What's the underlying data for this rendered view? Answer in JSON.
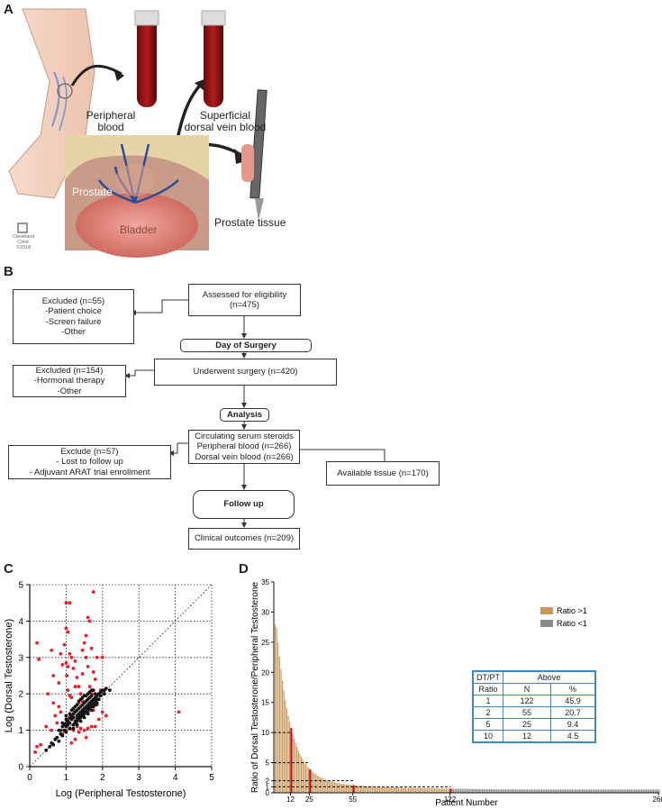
{
  "panels": {
    "a": "A",
    "b": "B",
    "c": "C",
    "d": "D"
  },
  "illustration": {
    "peripheral_blood": [
      "Peripheral",
      "blood"
    ],
    "dorsal_vein_blood": [
      "Superficial",
      "dorsal vein blood"
    ],
    "prostate": "Prostate",
    "bladder": "Bladder",
    "prostate_tissue": "Prostate tissue",
    "logo": [
      "Cleveland",
      "Clinic",
      "©2018"
    ]
  },
  "flowchart": {
    "assessed": [
      "Assessed for eligibility",
      "(n=475)"
    ],
    "excluded1": [
      "Excluded (n=55)",
      "-Patient choice",
      "-Screen failure",
      "-Other"
    ],
    "day_of_surgery": "Day of Surgery",
    "underwent": "Underwent surgery (n=420)",
    "excluded2": [
      "Excluded (n=154)",
      "-Hormonal therapy",
      "-Other"
    ],
    "analysis": "Analysis",
    "circulating": [
      "Circulating serum steroids",
      "Peripheral blood (n=266)",
      "Dorsal vein blood (n=266)"
    ],
    "excluded3": [
      "Exclude (n=57)",
      "- Lost to follow up",
      "- Adjuvant ARAT trial enrollment"
    ],
    "tissue": "Available tissue (n=170)",
    "follow_up": "Follow up",
    "outcomes": "Clinical outcomes (n=209)"
  },
  "chart_data": [
    {
      "type": "scatter",
      "xlabel": "Log (Peripheral Testosterone)",
      "ylabel": "Log (Dorsal Testosterone)",
      "xlim": [
        0,
        5
      ],
      "ylim": [
        0,
        5
      ],
      "xticks": [
        "0",
        "1",
        "2",
        "3",
        "4",
        "5"
      ],
      "yticks": [
        "0",
        "1",
        "2",
        "3",
        "4",
        "5"
      ],
      "grid": true,
      "identity_line": true,
      "series": [
        {
          "color": "#e8202a",
          "points": [
            [
              0.2,
              3.4
            ],
            [
              0.25,
              2.95
            ],
            [
              0.6,
              3.2
            ],
            [
              0.65,
              2.5
            ],
            [
              0.5,
              2.0
            ],
            [
              0.8,
              2.3
            ],
            [
              0.85,
              3.1
            ],
            [
              0.9,
              2.8
            ],
            [
              1.0,
              2.85
            ],
            [
              1.02,
              2.5
            ],
            [
              1.05,
              2.75
            ],
            [
              0.95,
              3.35
            ],
            [
              1.0,
              3.8
            ],
            [
              1.05,
              3.7
            ],
            [
              1.1,
              3.1
            ],
            [
              1.15,
              3.0
            ],
            [
              1.2,
              2.7
            ],
            [
              1.25,
              2.9
            ],
            [
              1.3,
              2.45
            ],
            [
              1.35,
              2.2
            ],
            [
              1.05,
              2.1
            ],
            [
              1.1,
              1.95
            ],
            [
              1.15,
              1.9
            ],
            [
              1.45,
              3.2
            ],
            [
              1.5,
              3.4
            ],
            [
              1.55,
              3.0
            ],
            [
              1.6,
              4.1
            ],
            [
              1.65,
              4.0
            ],
            [
              1.55,
              3.6
            ],
            [
              1.7,
              3.25
            ],
            [
              1.75,
              2.6
            ],
            [
              1.8,
              2.4
            ],
            [
              1.65,
              2.2
            ],
            [
              1.0,
              4.5
            ],
            [
              1.1,
              4.5
            ],
            [
              1.75,
              4.8
            ],
            [
              1.85,
              3.0
            ],
            [
              2.0,
              3.0
            ],
            [
              1.4,
              2.0
            ],
            [
              1.45,
              1.8
            ],
            [
              1.5,
              1.6
            ],
            [
              1.2,
              1.55
            ],
            [
              1.3,
              1.35
            ],
            [
              0.9,
              0.9
            ],
            [
              1.0,
              1.0
            ],
            [
              1.1,
              1.05
            ],
            [
              1.2,
              1.0
            ],
            [
              1.3,
              1.1
            ],
            [
              1.35,
              0.95
            ],
            [
              1.4,
              1.05
            ],
            [
              1.5,
              1.0
            ],
            [
              1.6,
              1.05
            ],
            [
              1.7,
              1.1
            ],
            [
              1.8,
              1.1
            ],
            [
              1.9,
              1.3
            ],
            [
              2.0,
              1.5
            ],
            [
              0.7,
              1.4
            ],
            [
              0.75,
              1.2
            ],
            [
              0.8,
              1.65
            ],
            [
              0.85,
              1.5
            ],
            [
              1.45,
              2.55
            ],
            [
              1.6,
              2.75
            ],
            [
              0.6,
              1.0
            ],
            [
              0.45,
              1.1
            ],
            [
              0.3,
              0.6
            ],
            [
              0.15,
              0.4
            ],
            [
              0.2,
              0.55
            ],
            [
              4.1,
              1.5
            ],
            [
              2.1,
              1.4
            ],
            [
              1.25,
              0.75
            ],
            [
              1.55,
              0.8
            ],
            [
              1.15,
              0.65
            ],
            [
              1.95,
              2.1
            ],
            [
              1.7,
              2.0
            ],
            [
              1.25,
              2.2
            ],
            [
              1.35,
              1.75
            ],
            [
              1.6,
              1.5
            ],
            [
              1.75,
              1.55
            ],
            [
              1.85,
              1.7
            ],
            [
              0.65,
              1.75
            ],
            [
              1.05,
              1.3
            ]
          ]
        },
        {
          "color": "#111111",
          "points": [
            [
              0.45,
              0.45
            ],
            [
              0.55,
              0.55
            ],
            [
              0.6,
              0.65
            ],
            [
              0.65,
              0.6
            ],
            [
              0.7,
              0.75
            ],
            [
              0.75,
              0.8
            ],
            [
              0.8,
              0.7
            ],
            [
              0.85,
              0.9
            ],
            [
              0.9,
              0.85
            ],
            [
              0.95,
              1.0
            ],
            [
              1.0,
              0.95
            ],
            [
              1.0,
              1.1
            ],
            [
              1.05,
              1.15
            ],
            [
              1.1,
              1.05
            ],
            [
              1.1,
              1.2
            ],
            [
              1.15,
              1.3
            ],
            [
              1.2,
              1.15
            ],
            [
              1.2,
              1.35
            ],
            [
              1.25,
              1.25
            ],
            [
              1.3,
              1.4
            ],
            [
              1.3,
              1.3
            ],
            [
              1.35,
              1.45
            ],
            [
              1.35,
              1.35
            ],
            [
              1.4,
              1.5
            ],
            [
              1.4,
              1.4
            ],
            [
              1.45,
              1.55
            ],
            [
              1.45,
              1.45
            ],
            [
              1.5,
              1.6
            ],
            [
              1.5,
              1.5
            ],
            [
              1.55,
              1.65
            ],
            [
              1.55,
              1.55
            ],
            [
              1.6,
              1.7
            ],
            [
              1.6,
              1.6
            ],
            [
              1.65,
              1.75
            ],
            [
              1.65,
              1.65
            ],
            [
              1.7,
              1.8
            ],
            [
              1.7,
              1.7
            ],
            [
              1.75,
              1.85
            ],
            [
              1.8,
              1.9
            ],
            [
              1.8,
              1.8
            ],
            [
              1.85,
              1.95
            ],
            [
              1.9,
              2.0
            ],
            [
              1.95,
              2.05
            ],
            [
              2.0,
              2.1
            ],
            [
              2.05,
              2.0
            ],
            [
              2.1,
              2.15
            ],
            [
              1.25,
              1.5
            ],
            [
              1.35,
              1.6
            ],
            [
              1.45,
              1.7
            ],
            [
              1.55,
              1.8
            ],
            [
              1.65,
              1.9
            ],
            [
              1.15,
              1.4
            ],
            [
              1.05,
              1.25
            ],
            [
              0.95,
              1.15
            ],
            [
              0.85,
              1.0
            ],
            [
              1.5,
              1.35
            ],
            [
              1.6,
              1.45
            ],
            [
              1.7,
              1.55
            ],
            [
              1.4,
              1.25
            ],
            [
              1.3,
              1.15
            ],
            [
              1.2,
              1.05
            ],
            [
              1.75,
              1.65
            ],
            [
              1.85,
              1.75
            ],
            [
              1.9,
              1.85
            ],
            [
              2.2,
              2.1
            ],
            [
              1.0,
              1.2
            ],
            [
              1.1,
              1.35
            ],
            [
              1.2,
              1.45
            ],
            [
              1.3,
              1.55
            ],
            [
              1.4,
              1.65
            ],
            [
              1.5,
              1.75
            ],
            [
              1.6,
              1.85
            ],
            [
              1.7,
              1.95
            ],
            [
              1.8,
              2.0
            ],
            [
              1.15,
              1.55
            ],
            [
              1.25,
              1.65
            ],
            [
              1.35,
              1.8
            ],
            [
              1.45,
              1.9
            ],
            [
              1.55,
              1.95
            ],
            [
              1.65,
              2.05
            ],
            [
              1.75,
              2.1
            ],
            [
              0.9,
              1.1
            ],
            [
              1.0,
              1.3
            ],
            [
              1.1,
              1.45
            ],
            [
              1.2,
              1.6
            ],
            [
              1.3,
              1.7
            ],
            [
              1.4,
              1.85
            ],
            [
              1.5,
              1.95
            ],
            [
              1.6,
              2.0
            ],
            [
              1.7,
              2.1
            ],
            [
              0.8,
              1.0
            ],
            [
              0.9,
              1.2
            ],
            [
              1.0,
              1.4
            ],
            [
              1.95,
              1.95
            ],
            [
              2.05,
              2.1
            ],
            [
              1.3,
              1.25
            ],
            [
              1.4,
              1.35
            ],
            [
              1.5,
              1.45
            ],
            [
              1.6,
              1.55
            ],
            [
              1.7,
              1.65
            ],
            [
              1.8,
              1.7
            ],
            [
              1.25,
              1.2
            ],
            [
              1.35,
              1.3
            ],
            [
              1.45,
              1.4
            ],
            [
              1.55,
              1.5
            ],
            [
              1.65,
              1.6
            ],
            [
              1.75,
              1.75
            ],
            [
              1.85,
              1.85
            ]
          ]
        }
      ]
    },
    {
      "type": "bar",
      "xlabel": "Patient Number",
      "ylabel": "Ratio of Dorsal Testosterone/Peripheral Testosterone",
      "ylim": [
        0,
        35
      ],
      "yticks": [
        "0",
        "1",
        "2",
        "5",
        "10",
        "15",
        "20",
        "25",
        "30",
        "35"
      ],
      "xticks": [
        "12",
        "25",
        "55",
        "122",
        "266"
      ],
      "n": 266,
      "threshold_lines": [
        1,
        2,
        5,
        10
      ],
      "highlight_patients": [
        12,
        25,
        55,
        122
      ],
      "highlight_color": "#c0141c",
      "legend": [
        {
          "label": "Ratio >1",
          "color": "#c8985a"
        },
        {
          "label": "Ratio <1",
          "color": "#8a8a8a"
        }
      ],
      "legend_position": "top-right",
      "table": {
        "header1": [
          "DT/PT",
          "Above"
        ],
        "header2": [
          "Ratio",
          "N",
          "%"
        ],
        "rows": [
          [
            "1",
            "122",
            "45.9"
          ],
          [
            "2",
            "55",
            "20.7"
          ],
          [
            "5",
            "25",
            "9.4"
          ],
          [
            "10",
            "12",
            "4.5"
          ]
        ]
      }
    }
  ]
}
